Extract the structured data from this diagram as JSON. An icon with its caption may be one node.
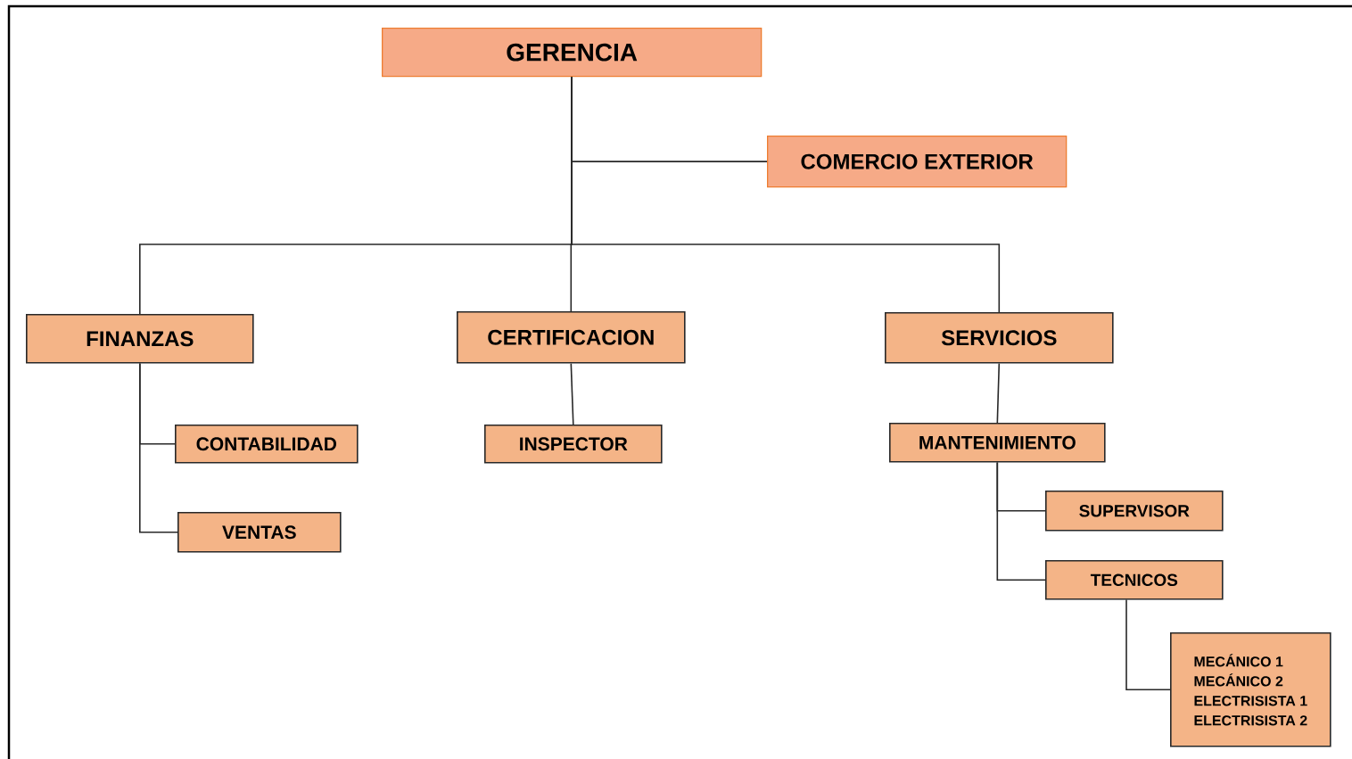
{
  "diagram": {
    "nodes": [
      {
        "text": [
          "GERENCIA"
        ]
      },
      {
        "text": [
          "COMERCIO EXTERIOR"
        ]
      },
      {
        "text": [
          "FINANZAS"
        ]
      },
      {
        "text": [
          "CERTIFICACION"
        ]
      },
      {
        "text": [
          "SERVICIOS"
        ]
      },
      {
        "text": [
          "CONTABILIDAD"
        ]
      },
      {
        "text": [
          "VENTAS"
        ]
      },
      {
        "text": [
          "INSPECTOR"
        ]
      },
      {
        "text": [
          "MANTENIMIENTO"
        ]
      },
      {
        "text": [
          "SUPERVISOR"
        ]
      },
      {
        "text": [
          "TECNICOS"
        ]
      },
      {
        "text": [
          "MECÁNICO 1",
          "MECÁNICO 2",
          "ELECTRISISTA 1",
          "ELECTRISISTA 2"
        ]
      }
    ],
    "edges": [
      {
        "from": 0,
        "to": 1,
        "arrow": "none"
      },
      {
        "from": 0,
        "to": 2,
        "arrow": "none"
      },
      {
        "from": 0,
        "to": 3,
        "arrow": "none"
      },
      {
        "from": 0,
        "to": 4,
        "arrow": "none"
      },
      {
        "from": 2,
        "to": 5,
        "arrow": "none"
      },
      {
        "from": 2,
        "to": 6,
        "arrow": "none"
      },
      {
        "from": 3,
        "to": 7,
        "arrow": "none"
      },
      {
        "from": 4,
        "to": 8,
        "arrow": "none"
      },
      {
        "from": 8,
        "to": 9,
        "arrow": "none"
      },
      {
        "from": 8,
        "to": 10,
        "arrow": "none"
      },
      {
        "from": 10,
        "to": 11,
        "arrow": "none"
      }
    ]
  }
}
